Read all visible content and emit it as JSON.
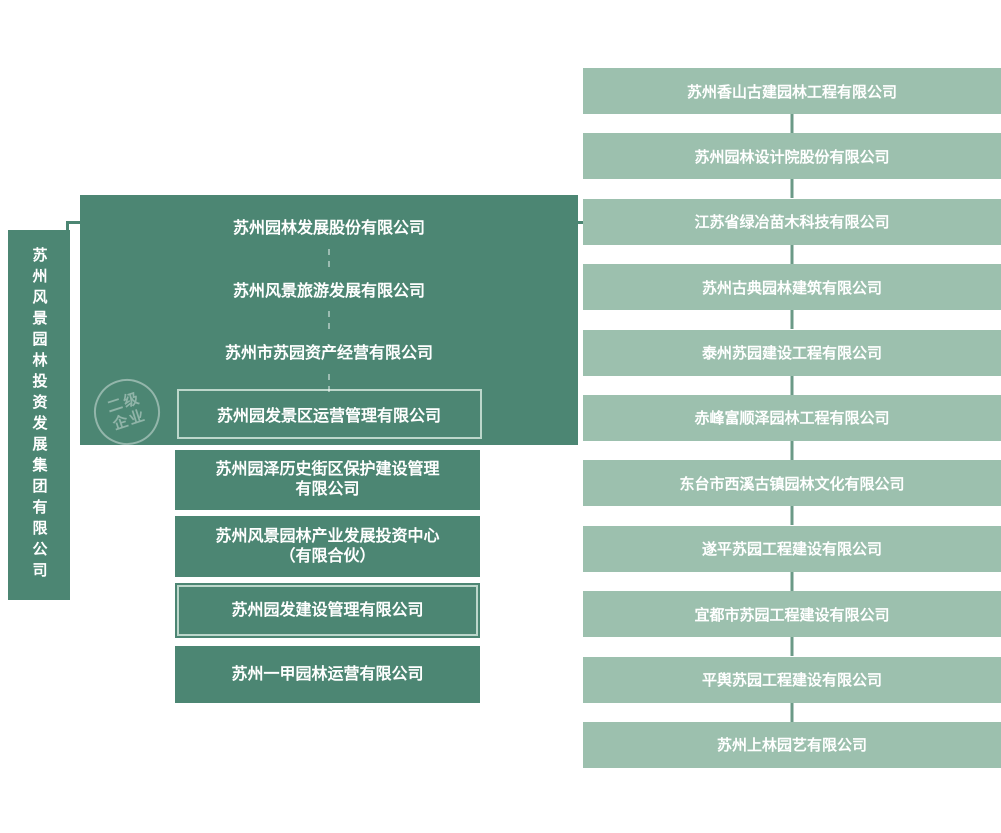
{
  "colors": {
    "page_bg": "#ffffff",
    "dark_green": "#4c8673",
    "light_green": "#9cc0ae",
    "border_light": "#bcd7cb",
    "connector": "#6b9a87"
  },
  "root": {
    "label": "苏州风景园林投资发展集团有限公司"
  },
  "watermark": {
    "text": "二级\n企业"
  },
  "level2": [
    {
      "label": "苏州园林发展股份有限公司"
    },
    {
      "label": "苏州风景旅游发展有限公司"
    },
    {
      "label": "苏州市苏园资产经营有限公司"
    },
    {
      "label": "苏州园发景区运营管理有限公司"
    },
    {
      "label": "苏州园泽历史街区保护建设管理\n有限公司"
    },
    {
      "label": "苏州风景园林产业发展投资中心\n（有限合伙）"
    },
    {
      "label": "苏州园发建设管理有限公司"
    },
    {
      "label": "苏州一甲园林运营有限公司"
    }
  ],
  "level3": [
    {
      "label": "苏州香山古建园林工程有限公司"
    },
    {
      "label": "苏州园林设计院股份有限公司"
    },
    {
      "label": "江苏省绿冶苗木科技有限公司"
    },
    {
      "label": "苏州古典园林建筑有限公司"
    },
    {
      "label": "泰州苏园建设工程有限公司"
    },
    {
      "label": "赤峰富顺泽园林工程有限公司"
    },
    {
      "label": "东台市西溪古镇园林文化有限公司"
    },
    {
      "label": "遂平苏园工程建设有限公司"
    },
    {
      "label": "宜都市苏园工程建设有限公司"
    },
    {
      "label": "平舆苏园工程建设有限公司"
    },
    {
      "label": "苏州上林园艺有限公司"
    }
  ]
}
